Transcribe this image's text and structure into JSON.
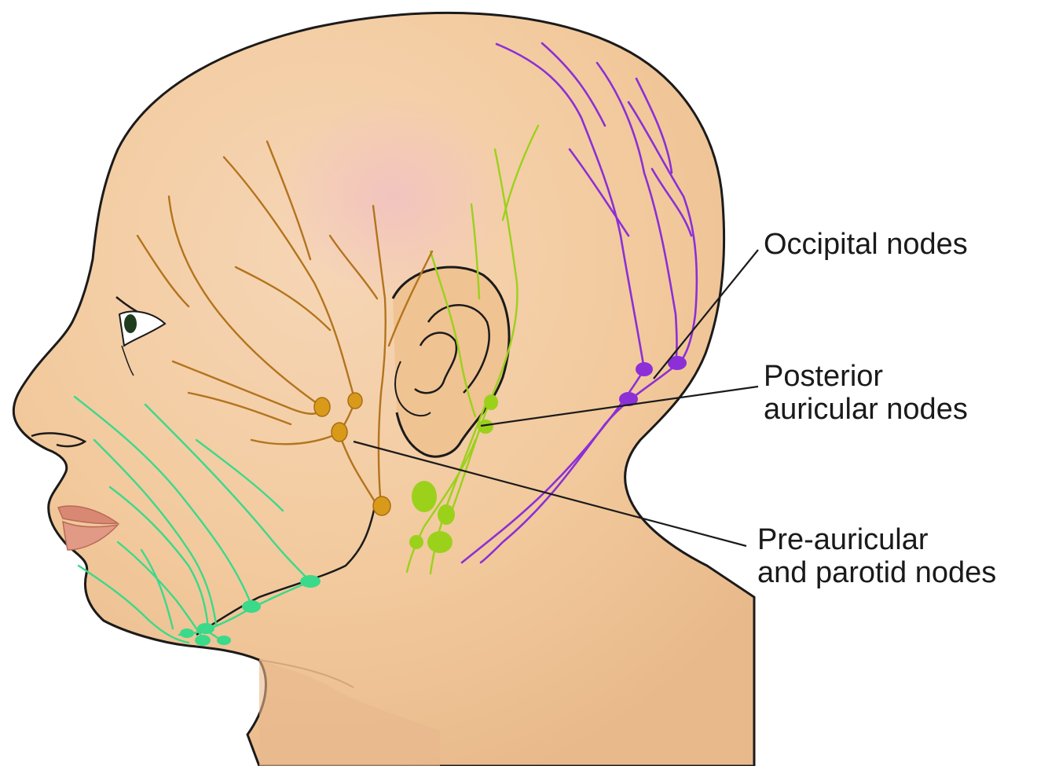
{
  "labels": {
    "occipital": "Occipital nodes",
    "posterior_line1": "Posterior",
    "posterior_line2": "auricular nodes",
    "preauricular_line1": "Pre-auricular",
    "preauricular_line2": "and parotid nodes"
  },
  "colors": {
    "skin": "#f3cfa4",
    "skin_shadow": "#e6b98c",
    "outline": "#1b1b1b",
    "occipital_vessels": "#8c2fd6",
    "posterior_auricular_vessels": "#9bd11b",
    "preauricular_vessels": "#b3741d",
    "preauricular_nodes": "#d99a1a",
    "submandibular_vessels": "#3bd98a",
    "lip": "#d98873"
  }
}
